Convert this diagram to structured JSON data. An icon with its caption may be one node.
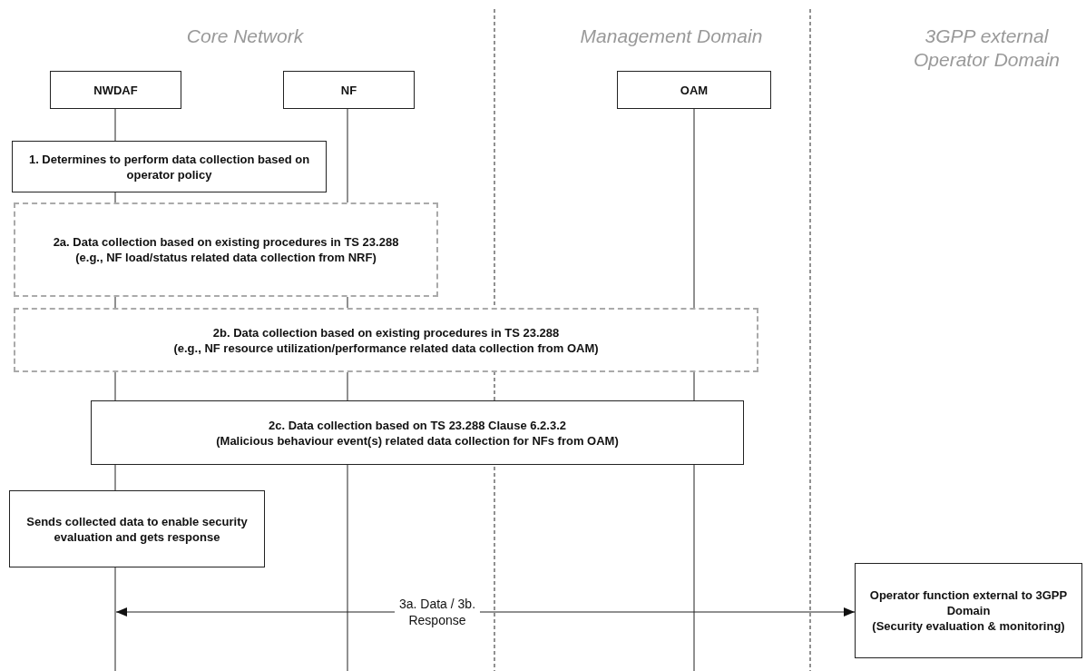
{
  "diagram": {
    "nodes": [
      {
        "text": [
          "NWDAF"
        ]
      },
      {
        "text": [
          "NF"
        ]
      },
      {
        "text": [
          "OAM"
        ]
      },
      {
        "text": [
          "1. Determines to perform data collection based on operator policy"
        ]
      },
      {
        "text": [
          "2a. Data collection based on existing procedures in TS 23.288",
          "(e.g., NF load/status related data collection from NRF)"
        ]
      },
      {
        "text": [
          "2b. Data collection based on existing procedures in TS 23.288",
          "(e.g., NF resource utilization/performance related data collection from OAM)"
        ]
      },
      {
        "text": [
          "2c. Data collection based on TS 23.288 Clause 6.2.3.2",
          "(Malicious behaviour event(s) related data collection for NFs from OAM)"
        ]
      },
      {
        "text": [
          "Sends collected data to enable security evaluation and gets response"
        ]
      },
      {
        "text": [
          "Operator function external to 3GPP Domain",
          "(Security evaluation & monitoring)"
        ]
      }
    ],
    "edges": [
      {
        "from": null,
        "to": 8,
        "arrow": "both",
        "label": "3a. Data / 3b. Response"
      }
    ],
    "labels": [
      "Core Network",
      "Management Domain",
      "3GPP external Operator Domain"
    ]
  }
}
